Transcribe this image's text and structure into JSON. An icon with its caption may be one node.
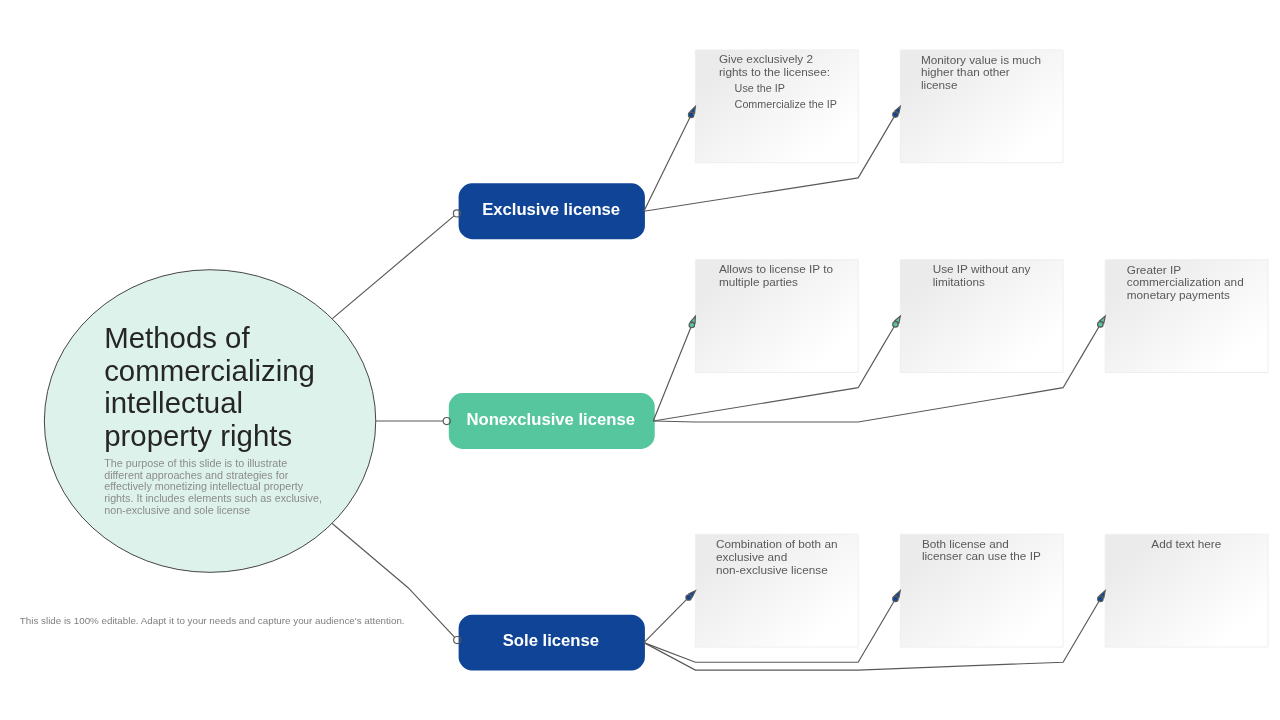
{
  "diagram": {
    "nodes": [
      {
        "text": [
          "Methods of commercializing intellectual property rights",
          "The purpose of this slide is to illustrate different approaches and strategies for effectively monetizing intellectual property rights. It includes elements such as exclusive, non-exclusive and sole license"
        ]
      },
      {
        "text": [
          "Exclusive license"
        ]
      },
      {
        "text": [
          "Give exclusively 2 rights to the licensee:",
          "Use the IP",
          "Commercialize the IP"
        ]
      },
      {
        "text": [
          "Monitory value is much higher than other license"
        ]
      },
      {
        "text": [
          "Nonexclusive license"
        ]
      },
      {
        "text": [
          "Allows to license IP to multiple parties"
        ]
      },
      {
        "text": [
          "Use IP without any limitations"
        ]
      },
      {
        "text": [
          "Greater IP commercialization and monetary payments"
        ]
      },
      {
        "text": [
          "Sole license"
        ]
      },
      {
        "text": [
          "Combination of both an exclusive and non-exclusive license"
        ]
      },
      {
        "text": [
          "Both license and licenser can use the IP"
        ]
      },
      {
        "text": [
          "Add text here"
        ]
      }
    ],
    "edges": [
      {
        "from": 0,
        "to": 1,
        "arrow": "other"
      },
      {
        "from": 0,
        "to": 4,
        "arrow": "other"
      },
      {
        "from": 0,
        "to": 8,
        "arrow": "other"
      },
      {
        "from": 1,
        "to": 2,
        "arrow": "to"
      },
      {
        "from": 1,
        "to": 3,
        "arrow": "to"
      },
      {
        "from": 4,
        "to": 5,
        "arrow": "to"
      },
      {
        "from": 4,
        "to": 6,
        "arrow": "to"
      },
      {
        "from": 4,
        "to": 7,
        "arrow": "to"
      },
      {
        "from": 8,
        "to": 9,
        "arrow": "to"
      },
      {
        "from": 8,
        "to": 10,
        "arrow": "to"
      },
      {
        "from": 8,
        "to": 11,
        "arrow": "to"
      }
    ],
    "labels": [
      "This slide is 100% editable. Adapt it to your needs and capture your audience's attention."
    ]
  }
}
